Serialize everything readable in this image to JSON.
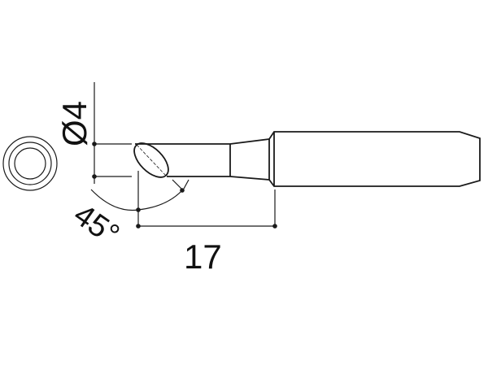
{
  "drawing": {
    "subject": "soldering-tip",
    "diameter_label": "Ø4",
    "angle_label": "45°",
    "length_label": "17",
    "line_color": "#1a1a1a",
    "background": "#ffffff"
  }
}
